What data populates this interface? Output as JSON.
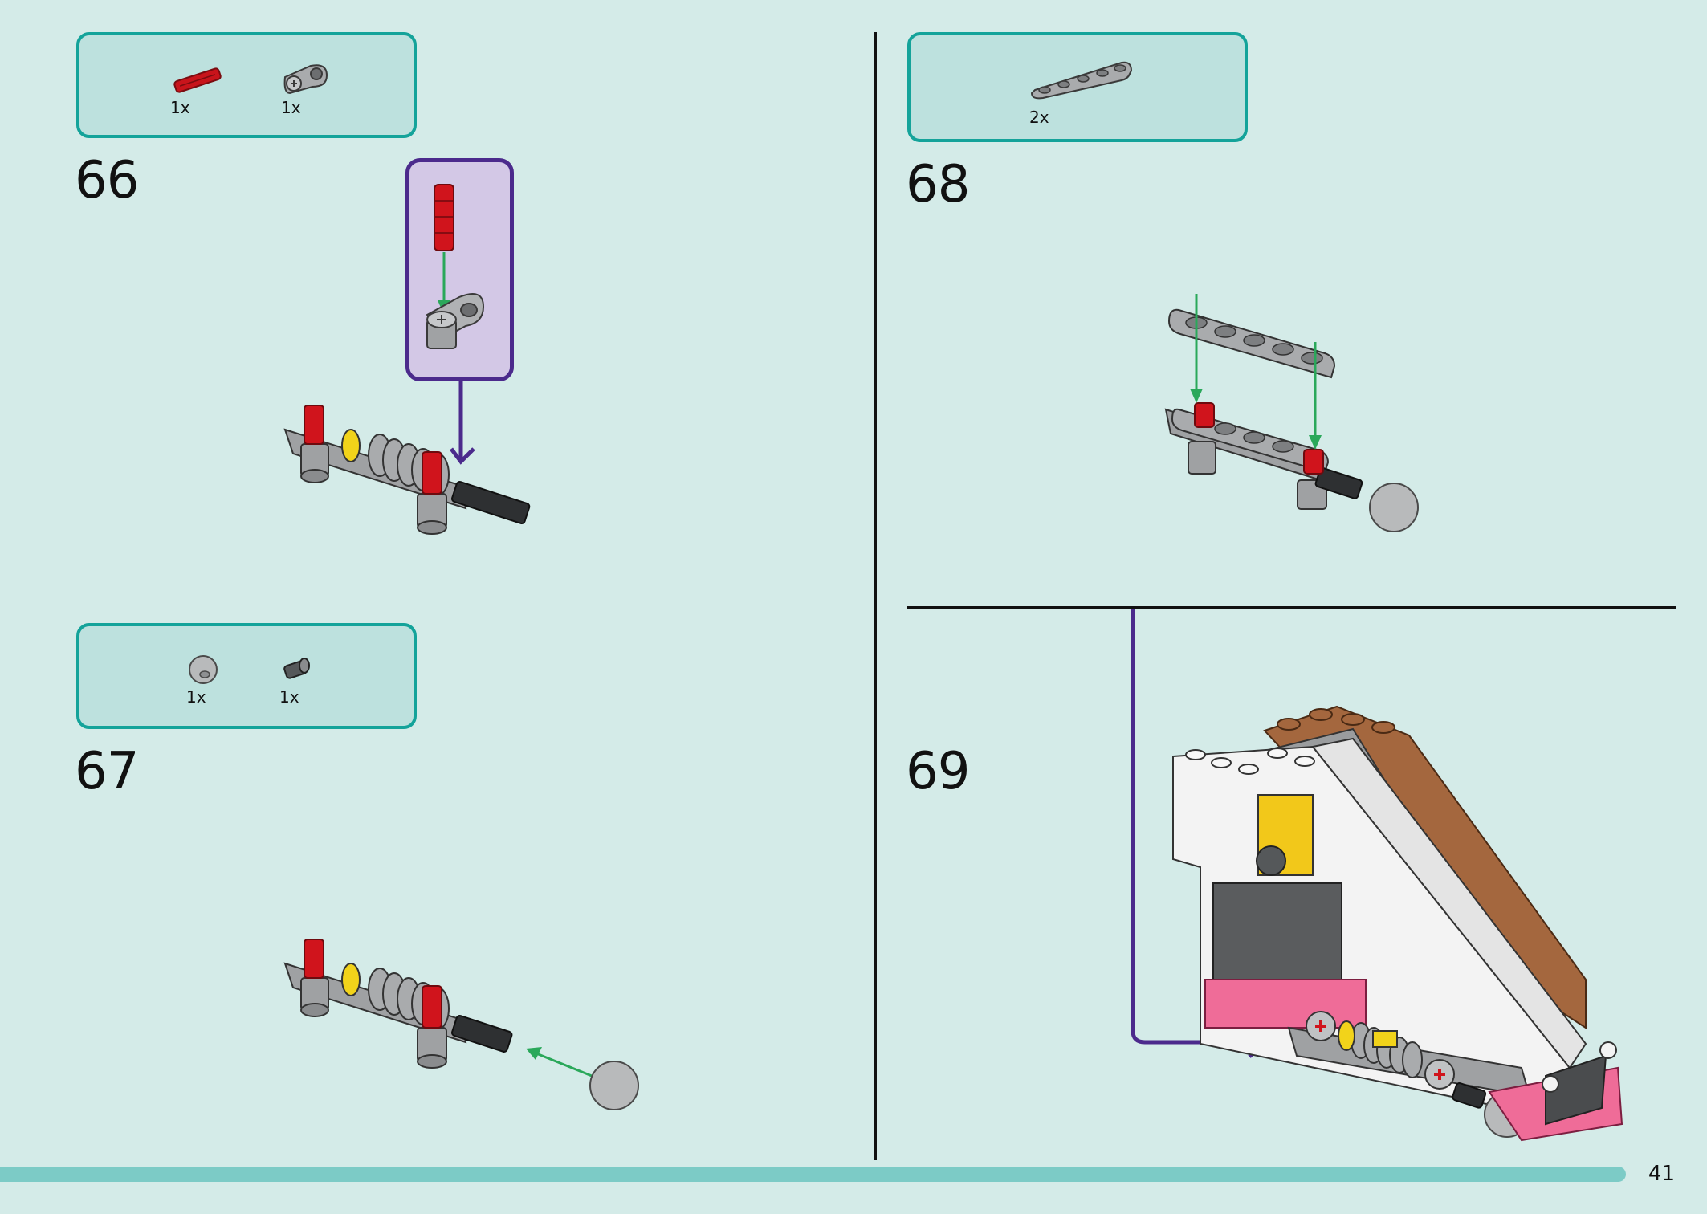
{
  "page": {
    "number": "41"
  },
  "steps": [
    {
      "number": "66",
      "parts": [
        {
          "icon": "red-axle-icon",
          "qty": "1x"
        },
        {
          "icon": "gray-axle-pin-connector-icon",
          "qty": "1x"
        }
      ]
    },
    {
      "number": "67",
      "parts": [
        {
          "icon": "gray-ball-icon",
          "qty": "1x"
        },
        {
          "icon": "dark-bush-icon",
          "qty": "1x"
        }
      ]
    },
    {
      "number": "68",
      "parts": [
        {
          "icon": "gray-beam-5-icon",
          "qty": "2x"
        }
      ]
    },
    {
      "number": "69",
      "parts": []
    }
  ],
  "colors": {
    "background": "#d4ebe8",
    "parts_box_border": "#14a39a",
    "parts_box_fill": "#bde1de",
    "callout_border": "#4b2a8c",
    "callout_fill": "#d3c8e6",
    "arrow_green": "#2aa85a",
    "arrow_purple": "#4b2a8c",
    "footer_bar": "#7ccbc6"
  }
}
